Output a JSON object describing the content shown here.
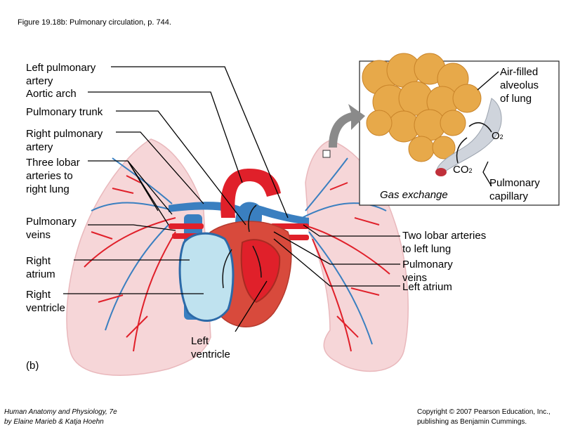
{
  "figure_title": "Figure 19.18b: Pulmonary circulation, p. 744.",
  "panel_letter": "(b)",
  "labels": {
    "left_pulmonary_artery": "Left pulmonary\nartery",
    "aortic_arch": "Aortic arch",
    "pulmonary_trunk": "Pulmonary trunk",
    "right_pulmonary_artery": "Right pulmonary\nartery",
    "three_lobar_arteries": "Three lobar\narteries to\nright lung",
    "pulmonary_veins_left_side": "Pulmonary\nveins",
    "right_atrium": "Right\natrium",
    "right_ventricle": "Right\nventricle",
    "left_ventricle": "Left\nventricle",
    "air_filled_alveolus": "Air-filled\nalveolus\nof lung",
    "o2": "O",
    "o2_sub": "2",
    "co2": "CO",
    "co2_sub": "2",
    "gas_exchange": "Gas exchange",
    "pulmonary_capillary": "Pulmonary\ncapillary",
    "two_lobar_arteries": "Two lobar arteries\nto left lung",
    "pulmonary_veins_right_side": "Pulmonary\nveins",
    "left_atrium": "Left atrium"
  },
  "credits": {
    "book": "Human Anatomy and Physiology, 7e\nby Elaine Marieb & Katja Hoehn",
    "copyright": "Copyright © 2007 Pearson Education, Inc.,\npublishing as Benjamin Cummings."
  },
  "colors": {
    "lung_fill": "#f6d6d8",
    "artery_red": "#e0202a",
    "vein_blue": "#3a7fc0",
    "heart_outer": "#d84a3c",
    "alveolus": "#e7a94a",
    "capillary": "#cfd4dc"
  }
}
